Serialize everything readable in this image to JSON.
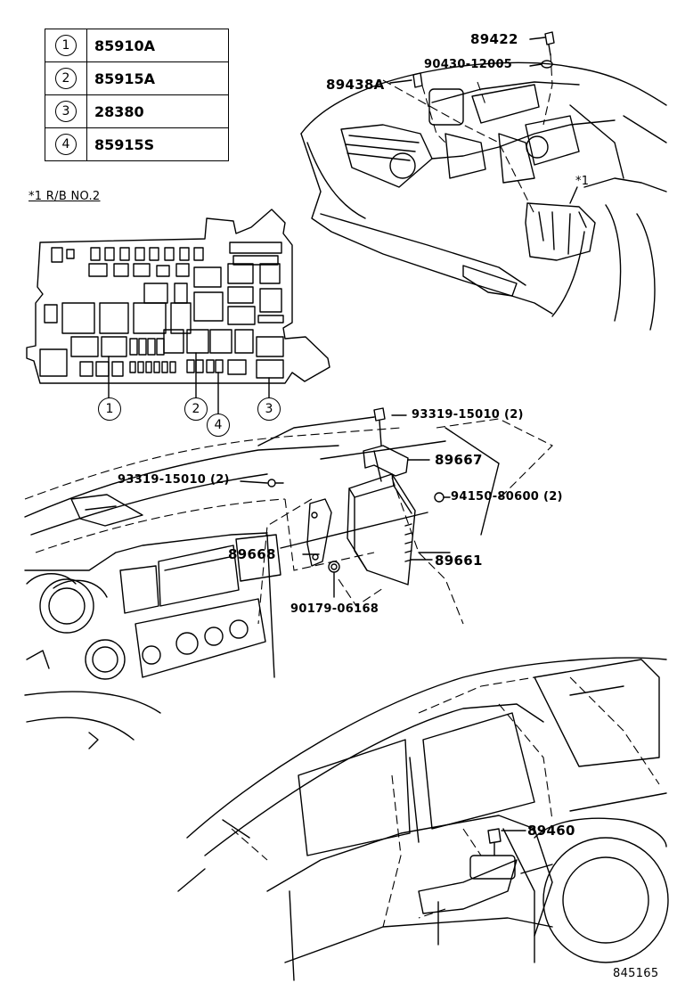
{
  "legend": [
    {
      "num": "1",
      "code": "85910A"
    },
    {
      "num": "2",
      "code": "85915A"
    },
    {
      "num": "3",
      "code": "28380"
    },
    {
      "num": "4",
      "code": "85915S"
    }
  ],
  "note_label": "*1  R/B NO.2",
  "relay_callouts": [
    "1",
    "2",
    "4",
    "3"
  ],
  "parts": {
    "p89422": "89422",
    "p90430": "90430-12005",
    "p89438A": "89438A",
    "star1": "*1",
    "p93319a": "93319-15010 (2)",
    "p89667": "89667",
    "p93319b": "93319-15010 (2)",
    "p94150": "94150-80600 (2)",
    "p89668": "89668",
    "p89661": "89661",
    "p90179": "90179-06168",
    "p89460": "89460"
  },
  "diagram_id": "845165"
}
